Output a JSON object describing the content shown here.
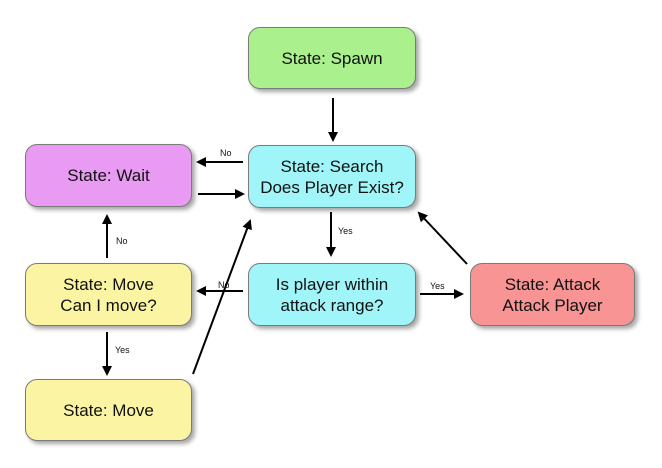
{
  "nodes": {
    "spawn": {
      "lines": [
        "State: Spawn"
      ],
      "color": "#aaf08c"
    },
    "search": {
      "lines": [
        "State: Search",
        "Does Player Exist?"
      ],
      "color": "#a0f5f8"
    },
    "wait": {
      "lines": [
        "State: Wait"
      ],
      "color": "#e99af2"
    },
    "range": {
      "lines": [
        "Is player within",
        "attack range?"
      ],
      "color": "#a0f5f8"
    },
    "attack": {
      "lines": [
        "State: Attack",
        "Attack Player"
      ],
      "color": "#f89494"
    },
    "canmove": {
      "lines": [
        "State: Move",
        "Can I move?"
      ],
      "color": "#fbf4a2"
    },
    "move": {
      "lines": [
        "State: Move"
      ],
      "color": "#fbf4a2"
    }
  },
  "edges": {
    "search_to_wait": "No",
    "search_to_range": "Yes",
    "range_to_canmove": "No",
    "range_to_attack": "Yes",
    "canmove_to_wait": "No",
    "canmove_to_move": "Yes"
  }
}
